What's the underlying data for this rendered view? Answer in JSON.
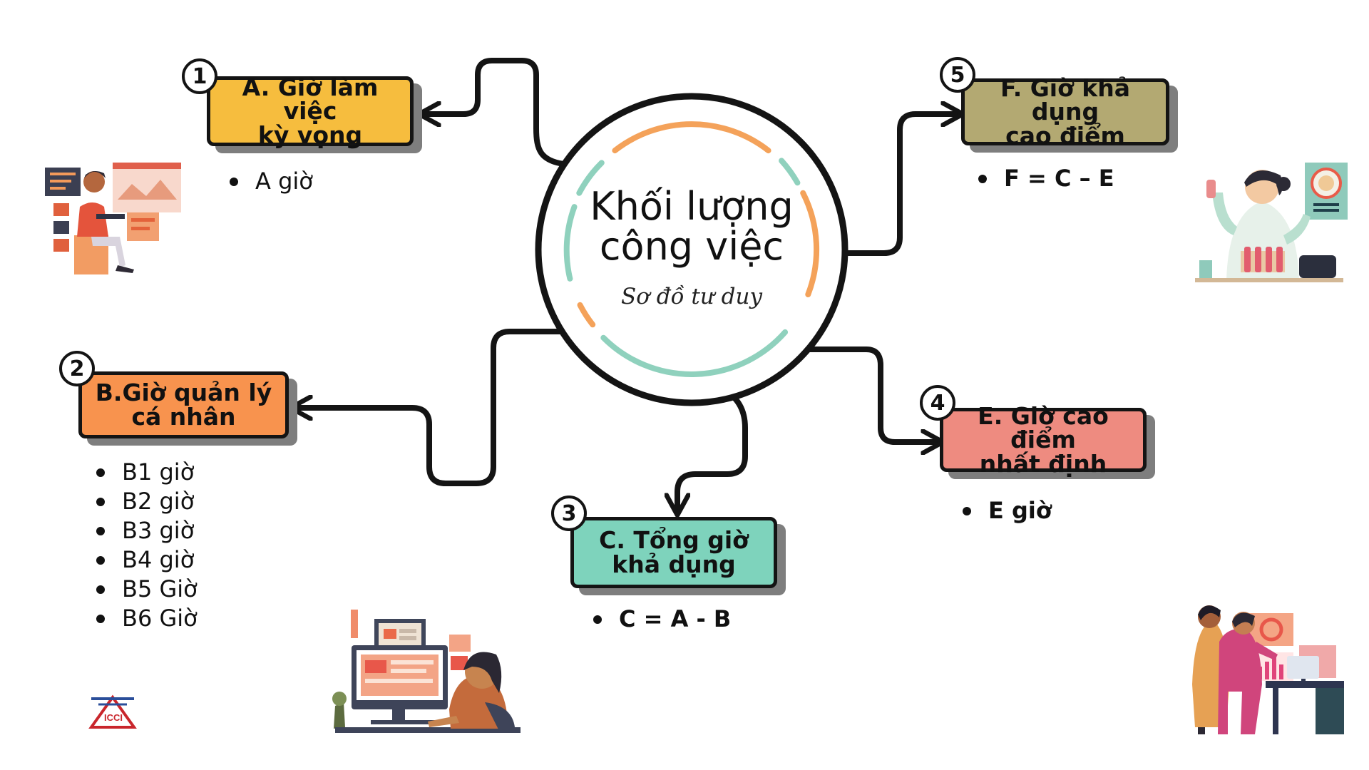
{
  "center": {
    "title_line1": "Khối lượng",
    "title_line2": "công việc",
    "subtitle": "Sơ đồ tư duy"
  },
  "nodes": [
    {
      "badge": "1",
      "line1": "A. Giờ làm việc",
      "line2": "kỳ vọng",
      "color": "#f6bd3e",
      "bullets": [
        "A giờ"
      ]
    },
    {
      "badge": "2",
      "line1": "B.Giờ quản lý",
      "line2": "cá nhân",
      "color": "#f8934e",
      "bullets": [
        "B1 giờ",
        "B2 giờ",
        "B3 giờ",
        "B4 giờ",
        "B5 Giờ",
        "B6 Giờ"
      ]
    },
    {
      "badge": "3",
      "line1": "C. Tổng giờ",
      "line2": "khả dụng",
      "color": "#7ed3bc",
      "bullets": [
        "C = A - B"
      ]
    },
    {
      "badge": "4",
      "line1": "E. Giờ cao điểm",
      "line2": "nhất định",
      "color": "#ee8b80",
      "bullets": [
        "E giờ"
      ]
    },
    {
      "badge": "5",
      "line1": "F. Giờ khả dụng",
      "line2": "cao điểm",
      "color": "#b3a972",
      "bullets": [
        "F = C – E"
      ]
    }
  ],
  "logo": {
    "text": "ICCI",
    "color": "#c9262c"
  },
  "colors": {
    "ring_orange": "#f4a25a",
    "ring_teal": "#8fd1bd",
    "line": "#141414"
  }
}
